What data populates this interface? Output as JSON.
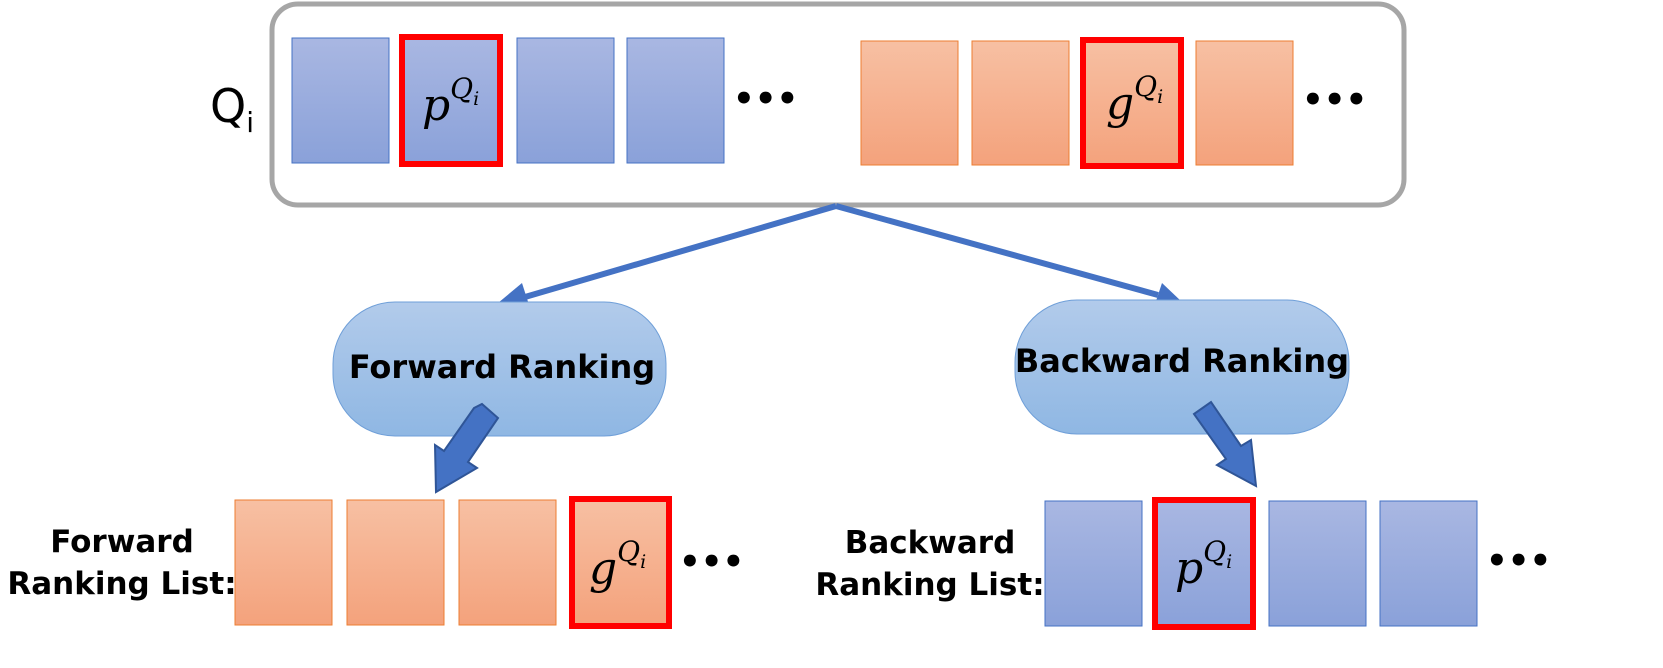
{
  "query": {
    "label_main": "Q",
    "label_sub": "i"
  },
  "top_row": {
    "positive_label": {
      "base": "p",
      "sup": "Q",
      "sup_sub": "i"
    },
    "gallery_label": {
      "base": "g",
      "sup": "Q",
      "sup_sub": "i"
    },
    "ellipsis": "•••"
  },
  "forward": {
    "process_label": "Forward Ranking",
    "list_label_line1": "Forward",
    "list_label_line2": "Ranking List:",
    "highlight_label": {
      "base": "g",
      "sup": "Q",
      "sup_sub": "i"
    },
    "ellipsis": "•••"
  },
  "backward": {
    "process_label": "Backward Ranking",
    "list_label_line1": "Backward",
    "list_label_line2": "Ranking List:",
    "highlight_label": {
      "base": "p",
      "sup": "Q",
      "sup_sub": "i"
    },
    "ellipsis": "•••"
  },
  "colors": {
    "blue_top": "#a9b7e2",
    "blue_bottom": "#8aa1d9",
    "orange_top": "#f7c0a3",
    "orange_bottom": "#f4a27c",
    "highlight": "#ff0000",
    "arrow": "#4472c4",
    "frame": "#a6a6a6",
    "process_top": "#b2cbeb",
    "process_bottom": "#8fb7e3"
  }
}
